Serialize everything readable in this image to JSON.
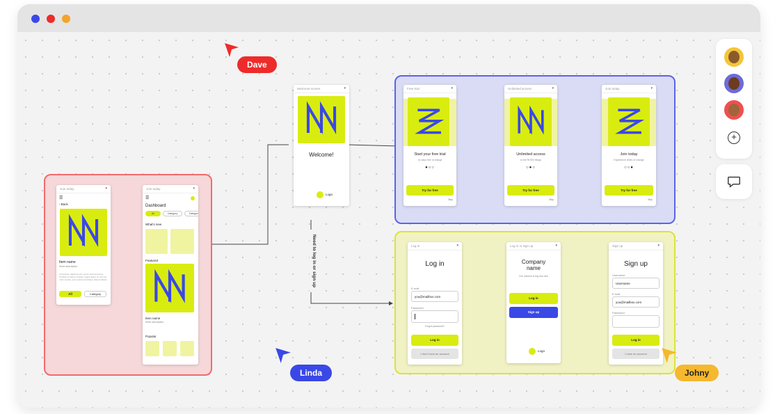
{
  "colors": {
    "accent_yellow": "#d9ec10",
    "brand_blue": "#3a48e6",
    "red": "#ee2b2b",
    "group_red_bg": "#f6d8da",
    "group_red_border": "#f26a6a",
    "group_blue_bg": "#dadcf5",
    "group_blue_border": "#5c63e4",
    "group_yellow_bg": "#f1f2c3",
    "group_yellow_border": "#dbe23a"
  },
  "window_controls": [
    "blue-dot",
    "red-dot",
    "yellow-dot"
  ],
  "collaborators": {
    "dave": "Dave",
    "linda": "Linda",
    "johny": "Johny"
  },
  "side_toolbar": {
    "add_icon": "+",
    "comment_icon": "comment-icon"
  },
  "connector_note": "Need to log in or sign up",
  "logo_text": "Logo",
  "welcome": {
    "header": "Welcome screen",
    "title": "Welcome!"
  },
  "onboarding": [
    {
      "header": "Free trial",
      "title": "Start your free trial",
      "sub": "14 days free of charge",
      "button": "Try for free",
      "skip": "Skip"
    },
    {
      "header": "Unlimited access",
      "title": "Unlimited access",
      "sub": "to the ROSS things",
      "button": "Try for free",
      "skip": "Skip"
    },
    {
      "header": "Join today",
      "title": "Join today",
      "sub": "Experience times of change",
      "button": "Try for free",
      "skip": "Skip"
    }
  ],
  "login": {
    "header": "Log in",
    "title": "Log in",
    "email_label": "E-mail",
    "email_value": "you@mailbox.com",
    "password_label": "Password",
    "forgot": "Forgot password?",
    "button": "Log in",
    "secondary": "I don't have an account"
  },
  "choice": {
    "header": "Log in or sign up",
    "title": "Company name",
    "sub": "Our mission is big and nice",
    "login_button": "Log in",
    "signup_button": "Sign up"
  },
  "signup": {
    "header": "Sign up",
    "title": "Sign up",
    "username_label": "Username",
    "username_value": "Username",
    "email_label": "E-mail",
    "email_value": "you@mailbox.com",
    "password_label": "Password",
    "button": "Log in",
    "secondary": "I have an account"
  },
  "item_detail": {
    "header": "Join today",
    "back": "Back",
    "name": "Item name",
    "desc": "Short description",
    "body": "Consectetur adipiscing elit, sed do eiusmod tempor incididunt ut labore et dolore magna aliqua. Ut enim ad minim veniam, quis nostrud exercitation ullamco laboris.",
    "btn1": "All",
    "btn2": "Category"
  },
  "dashboard": {
    "header": "Join today",
    "title": "Dashboard",
    "chips": [
      "All",
      "Category",
      "Category"
    ],
    "whats_new": "What's new",
    "featured": "Featured",
    "item_name": "Item name",
    "item_desc": "Short description",
    "popular": "Popular"
  }
}
